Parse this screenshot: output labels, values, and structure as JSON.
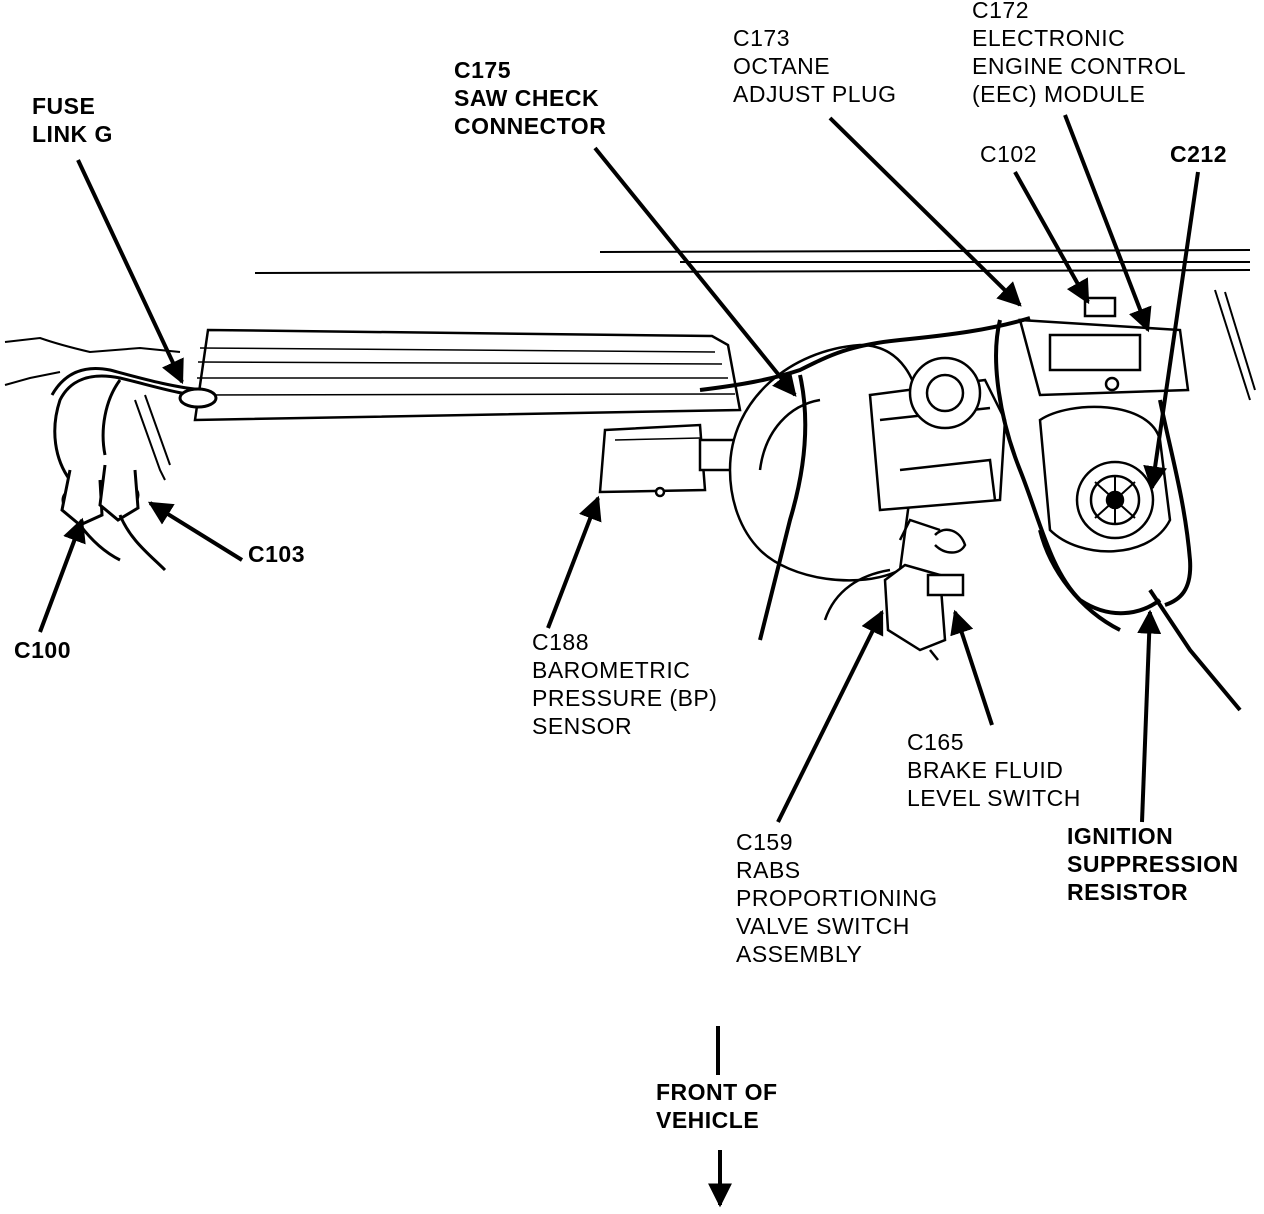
{
  "labels": {
    "fuse_link_g": [
      "FUSE",
      "LINK G"
    ],
    "c175": [
      "C175",
      "SAW CHECK",
      "CONNECTOR"
    ],
    "c173": [
      "C173",
      "OCTANE",
      "ADJUST PLUG"
    ],
    "c172": [
      "C172",
      "ELECTRONIC",
      "ENGINE CONTROL",
      "(EEC) MODULE"
    ],
    "c102": [
      "C102"
    ],
    "c212": [
      "C212"
    ],
    "c103": [
      "C103"
    ],
    "c100": [
      "C100"
    ],
    "c188": [
      "C188",
      "BAROMETRIC",
      "PRESSURE (BP)",
      "SENSOR"
    ],
    "c165": [
      "C165",
      "BRAKE FLUID",
      "LEVEL SWITCH"
    ],
    "c159": [
      "C159",
      "RABS",
      "PROPORTIONING",
      "VALVE SWITCH",
      "ASSEMBLY"
    ],
    "ignition": [
      "IGNITION",
      "SUPPRESSION",
      "RESISTOR"
    ],
    "front": [
      "FRONT OF",
      "VEHICLE"
    ]
  },
  "colors": {
    "ink": "#000000",
    "paper": "#ffffff"
  }
}
